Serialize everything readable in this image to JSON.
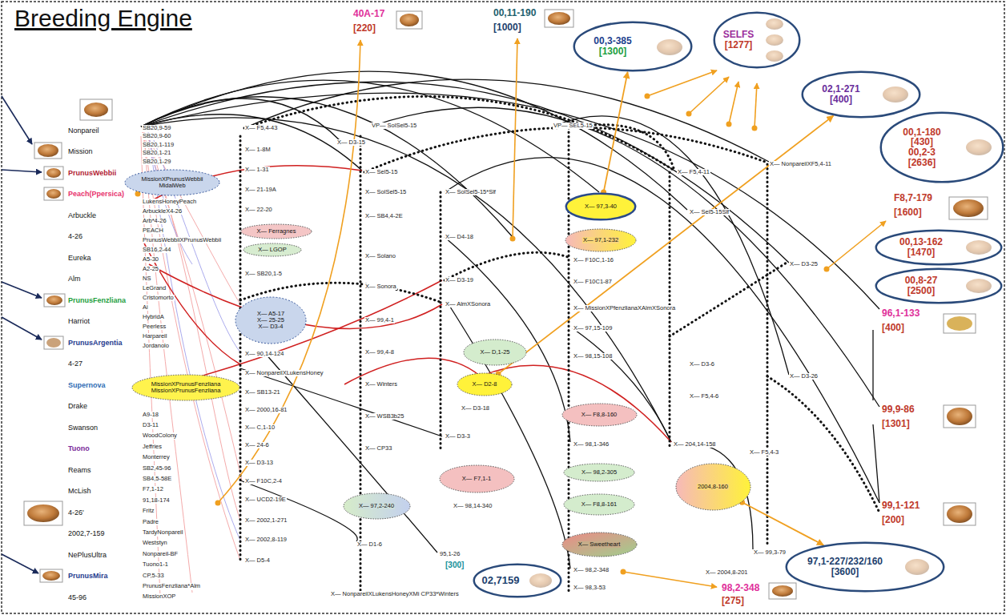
{
  "diagram": {
    "title": "Breeding Engine",
    "nodes": [
      {
        "text": [
          "MissionXPrunusWebbii",
          "MidalWeb"
        ]
      },
      {
        "text": [
          "X— Ferragnes"
        ]
      },
      {
        "text": [
          "X— LGOP"
        ]
      },
      {
        "text": [
          "X— A5-17",
          "X— 25-25",
          "X— D3-4"
        ]
      },
      {
        "text": [
          "MissionXPrunusFenzliana",
          "MissionXPrunusFenzliana"
        ]
      },
      {
        "text": [
          "X— 97,2-240"
        ]
      },
      {
        "text": [
          "X— 97,3-40"
        ]
      },
      {
        "text": [
          "X— 97,1-232"
        ]
      },
      {
        "text": [
          "X— D,1-25"
        ]
      },
      {
        "text": [
          "X— D2-8"
        ]
      },
      {
        "text": [
          "X— F8,8-160"
        ]
      },
      {
        "text": [
          "X— 98,2-305"
        ]
      },
      {
        "text": [
          "X— F8,8-161"
        ]
      },
      {
        "text": [
          "X— Sweetheart"
        ]
      },
      {
        "text": [
          "X— F7,1-1"
        ]
      },
      {
        "text": [
          "2004,8-160"
        ]
      },
      {
        "text": [
          "00,3-385",
          "[1300]"
        ]
      },
      {
        "text": [
          "SELFS",
          "[1277]"
        ]
      },
      {
        "text": [
          "02,1-271",
          "[400]"
        ]
      },
      {
        "text": [
          "00,1-180",
          "[430]",
          "00,2-3",
          "[2636]"
        ]
      },
      {
        "text": [
          "00,13-162",
          "[1470]"
        ]
      },
      {
        "text": [
          "00,8-27",
          "[2500]"
        ]
      },
      {
        "text": [
          "97,1-227/232/160",
          "[3600]"
        ]
      },
      {
        "text": [
          "02,7159"
        ]
      }
    ],
    "edges": [
      {
        "from": 15,
        "to": 22,
        "arrow": "to"
      },
      {
        "from": 9,
        "to": 18,
        "arrow": "to"
      },
      {
        "from": 6,
        "to": 16,
        "arrow": "to"
      }
    ],
    "labels": [
      "Nonpareil",
      "Mission",
      "PrunusWebbii",
      "Peach(Ppersica)",
      "Arbuckle",
      "4-26",
      "Eureka",
      "Alm",
      "PrunusFenzliana",
      "Harriot",
      "PrunusArgentia",
      "4-27",
      "Supernova",
      "Drake",
      "Swanson",
      "Tuono",
      "Reams",
      "McLish",
      "4-26'",
      "2002,7-159",
      "NePlusUltra",
      "PrunusMira",
      "45-96",
      "SB20,9-59",
      "SB20,9-60",
      "SB20,1-119",
      "SB20,1-21",
      "SB20,1-29",
      "LukensHoneyPeach",
      "ArbuckleX4-26",
      "Arb*4-26",
      "PEACH",
      "PrunusWebbiiXPrunusWebbii",
      "SB16,2-44",
      "A5-30",
      "A2-25",
      "NS",
      "LeGrand",
      "Cristomorto",
      "Ai",
      "HybridA",
      "Peerless",
      "Harpareil",
      "Jordanolo",
      "A9-18",
      "D3-11",
      "WoodColony",
      "Jeffries",
      "Monterrey",
      "SB2,45-96",
      "SB4,5-58E",
      "F7,1-12",
      "91,18-174",
      "Fritz",
      "Padre",
      "TardyNonpareil",
      "Weststyn",
      "Nonpareil-BF",
      "Tuono1-1",
      "CP,5-33",
      "PrunusFenzliana*Alm",
      "MissionXOP",
      "X— F5,4-43",
      "X— 1-8M",
      "X— 1-31",
      "X— 21-19A",
      "X— 22-20",
      "X— SB20,1-5",
      "X— 90,14-124",
      "X— NonpareilXLukensHoney",
      "X— SB13-21",
      "X— 2000,16-81",
      "X— C,1-10",
      "X— 24-6",
      "X— D3-13",
      "X— F10C,2-4",
      "X— UCD2-19E",
      "X— 2002,1-271",
      "X— 2002,8-119",
      "X— D5-4",
      "X— D3-15",
      "VP— SolSel5-15",
      "X— Sel5-15",
      "X— SolSel5-15",
      "X— SB4,4-2E",
      "X— Solano",
      "X— Sonora",
      "X— 99,4-1",
      "X— 99,4-8",
      "X— Winters",
      "X— WSB3b25",
      "X— CP33",
      "X— D1-6",
      "X— NonpareilXLukensHoneyXMi CP33*Winters",
      "X— SolSel5-15*Slf",
      "X— D4-18",
      "X— D3-19",
      "X— AlmXSonora",
      "X— D3-18",
      "X— D3-3",
      "X— 98,14-340",
      "95,1-26",
      "[300]",
      "VP— SEL5-15",
      "X— F10C,1-16",
      "X— F10C1-87",
      "X— MissionXPfenzlianaXAlmXSonora",
      "X— 97,15-109",
      "X— 98,15-108",
      "X— 98,1-346",
      "X— 98,2-348",
      "X— 98,3-53",
      "X— F5,4-11",
      "X— Sel5-15Slf",
      "X— D3-6",
      "X— F5,4-6",
      "X— 204,14-158",
      "X— 2004,8-201",
      "X— F5,4-3",
      "X— NonpareilXF5,4-11",
      "X— D3-25",
      "X— D3-26",
      "X— 99,3-79",
      "40A-17",
      "[220]",
      "00,11-190",
      "[1000]",
      "F8,7-179",
      "[1600]",
      "96,1-133",
      "[400]",
      "99,9-86",
      "[1301]",
      "99,1-121",
      "[200]",
      "98,2-348",
      "[275]"
    ]
  }
}
